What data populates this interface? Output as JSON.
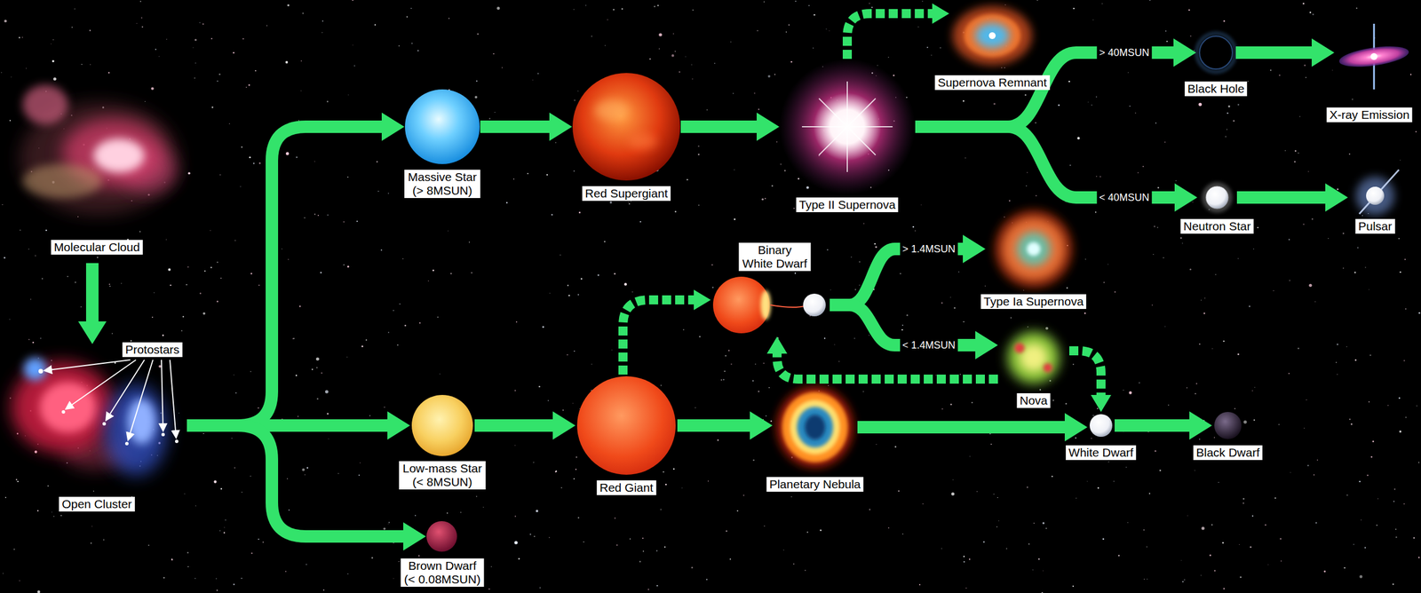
{
  "diagram": {
    "nodes": [
      {
        "text": [
          "Molecular Cloud"
        ]
      },
      {
        "text": [
          "Open Cluster"
        ]
      },
      {
        "text": [
          "Massive Star (> 8MSUN)"
        ]
      },
      {
        "text": [
          "Red Supergiant"
        ]
      },
      {
        "text": [
          "Type II Supernova"
        ]
      },
      {
        "text": [
          "Supernova Remnant"
        ]
      },
      {
        "text": [
          "Black Hole"
        ]
      },
      {
        "text": [
          "X-ray Emission"
        ]
      },
      {
        "text": [
          "Neutron Star"
        ]
      },
      {
        "text": [
          "Pulsar"
        ]
      },
      {
        "text": [
          "Binary White Dwarf"
        ]
      },
      {
        "text": [
          "Type Ia Supernova"
        ]
      },
      {
        "text": [
          "Nova"
        ]
      },
      {
        "text": [
          "Low-mass Star (< 8MSUN)"
        ]
      },
      {
        "text": [
          "Red Giant"
        ]
      },
      {
        "text": [
          "Planetary Nebula"
        ]
      },
      {
        "text": [
          "White Dwarf"
        ]
      },
      {
        "text": [
          "Black Dwarf"
        ]
      },
      {
        "text": [
          "Brown Dwarf (< 0.08MSUN)"
        ]
      }
    ],
    "edges": [
      {
        "from": 0,
        "to": 1,
        "arrow": "to"
      },
      {
        "from": 1,
        "to": 2,
        "arrow": "to"
      },
      {
        "from": 1,
        "to": 13,
        "arrow": "to"
      },
      {
        "from": 1,
        "to": 18,
        "arrow": "to"
      },
      {
        "from": 2,
        "to": 3,
        "arrow": "to"
      },
      {
        "from": 3,
        "to": 4,
        "arrow": "to"
      },
      {
        "from": 4,
        "to": 5,
        "arrow": "to"
      },
      {
        "from": 4,
        "to": 6,
        "label": "> 40MSUN",
        "arrow": "to"
      },
      {
        "from": 4,
        "to": 8,
        "label": "< 40MSUN",
        "arrow": "to"
      },
      {
        "from": 6,
        "to": 7,
        "arrow": "to"
      },
      {
        "from": 8,
        "to": 9,
        "arrow": "to"
      },
      {
        "from": 13,
        "to": 14,
        "arrow": "to"
      },
      {
        "from": 14,
        "to": 15,
        "arrow": "to"
      },
      {
        "from": 15,
        "to": 16,
        "arrow": "to"
      },
      {
        "from": 16,
        "to": 17,
        "arrow": "to"
      },
      {
        "from": 14,
        "to": 10,
        "arrow": "to"
      },
      {
        "from": 10,
        "to": 11,
        "label": "> 1.4MSUN",
        "arrow": "to"
      },
      {
        "from": 10,
        "to": 12,
        "label": "< 1.4MSUN",
        "arrow": "to"
      },
      {
        "from": 12,
        "to": 10,
        "arrow": "to"
      },
      {
        "from": 12,
        "to": 16,
        "arrow": "to"
      }
    ],
    "labels": [
      "Protostars"
    ]
  }
}
